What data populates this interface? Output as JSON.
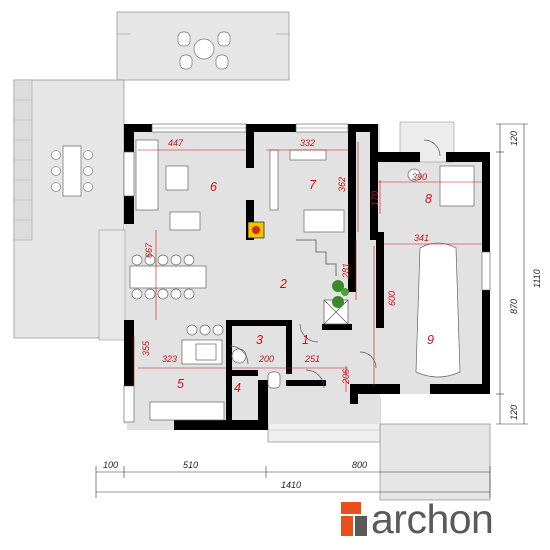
{
  "plan": {
    "rooms": [
      {
        "id": "room-1",
        "label": "1"
      },
      {
        "id": "room-2",
        "label": "2"
      },
      {
        "id": "room-3",
        "label": "3"
      },
      {
        "id": "room-4",
        "label": "4"
      },
      {
        "id": "room-5",
        "label": "5"
      },
      {
        "id": "room-6",
        "label": "6"
      },
      {
        "id": "room-7",
        "label": "7"
      },
      {
        "id": "room-8",
        "label": "8"
      },
      {
        "id": "room-9",
        "label": "9"
      }
    ],
    "inner_dimensions": {
      "living_width": "447",
      "room7_width": "332",
      "room7_depth": "362",
      "room8_width": "390",
      "room8_depth": "170",
      "garage_width": "341",
      "garage_depth": "600",
      "hall_depth": "281",
      "dining_depth": "667",
      "kitchen_depth": "355",
      "kitchen_width": "323",
      "room3_width": "200",
      "room1_width": "251",
      "vestibule_depth": "206"
    },
    "outer_dimensions": {
      "bottom_segment_1": "100",
      "bottom_segment_2": "510",
      "bottom_segment_3": "800",
      "bottom_total": "1410",
      "right_top": "120",
      "right_middle": "870",
      "right_bottom": "120",
      "right_total": "1110"
    }
  },
  "brand": {
    "name": "archon",
    "accent_color": "#e8501c",
    "text_color": "#5a5a5a"
  }
}
